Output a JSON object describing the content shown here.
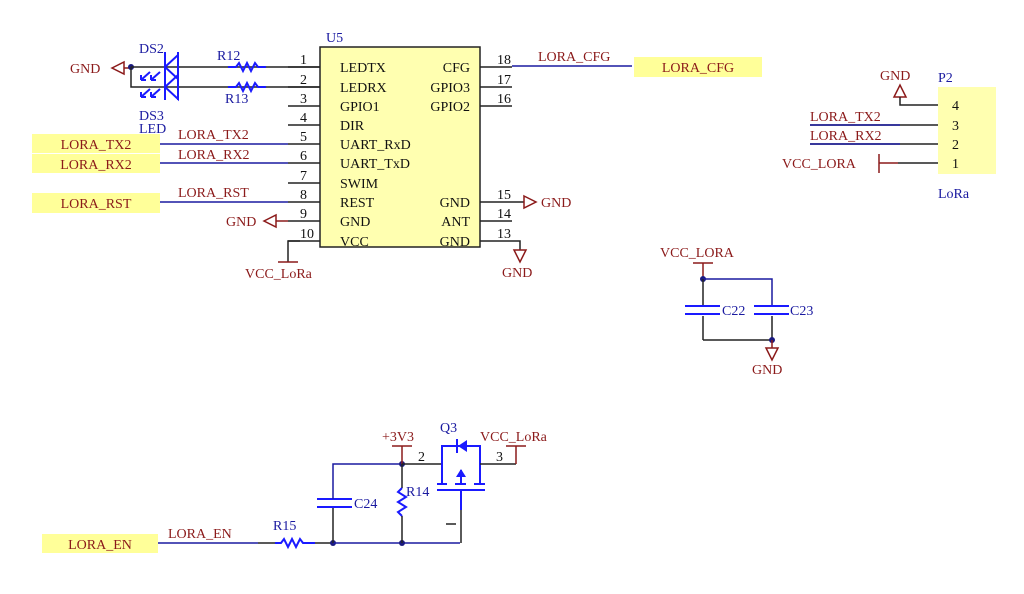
{
  "u5": {
    "ref": "U5",
    "left_pins": [
      {
        "num": "1",
        "name": "LEDTX"
      },
      {
        "num": "2",
        "name": "LEDRX"
      },
      {
        "num": "3",
        "name": "GPIO1"
      },
      {
        "num": "4",
        "name": "DIR"
      },
      {
        "num": "5",
        "name": "UART_RxD"
      },
      {
        "num": "6",
        "name": "UART_TxD"
      },
      {
        "num": "7",
        "name": "SWIM"
      },
      {
        "num": "8",
        "name": "REST"
      },
      {
        "num": "9",
        "name": "GND"
      },
      {
        "num": "10",
        "name": "VCC"
      }
    ],
    "right_pins": [
      {
        "num": "18",
        "name": "CFG"
      },
      {
        "num": "17",
        "name": "GPIO3"
      },
      {
        "num": "16",
        "name": "GPIO2"
      },
      {
        "num": "15",
        "name": "GND"
      },
      {
        "num": "14",
        "name": "ANT"
      },
      {
        "num": "13",
        "name": "GND"
      }
    ]
  },
  "leds": {
    "ds2": "DS2",
    "ds3": "DS3",
    "led_label": "LED",
    "r12": "R12",
    "r13": "R13",
    "gnd": "GND"
  },
  "nets": {
    "lora_tx2": "LORA_TX2",
    "lora_rx2": "LORA_RX2",
    "lora_rst": "LORA_RST",
    "lora_cfg": "LORA_CFG",
    "lora_en": "LORA_EN",
    "gnd": "GND",
    "vcc_lora_mixed": "VCC_LoRa",
    "vcc_lora_upper": "VCC_LORA",
    "v3v3": "+3V3"
  },
  "ports": {
    "lora_tx2": "LORA_TX2",
    "lora_rx2": "LORA_RX2",
    "lora_rst": "LORA_RST",
    "lora_cfg": "LORA_CFG",
    "lora_en": "LORA_EN"
  },
  "p2": {
    "ref": "P2",
    "value": "LoRa",
    "pins": [
      "4",
      "3",
      "2",
      "1"
    ],
    "nets": [
      "GND",
      "LORA_TX2",
      "LORA_RX2",
      "VCC_LORA"
    ]
  },
  "caps": {
    "c22": "C22",
    "c23": "C23",
    "c24": "C24"
  },
  "power_switch": {
    "q3": "Q3",
    "r14": "R14",
    "r15": "R15",
    "pin2": "2",
    "pin3": "3"
  }
}
